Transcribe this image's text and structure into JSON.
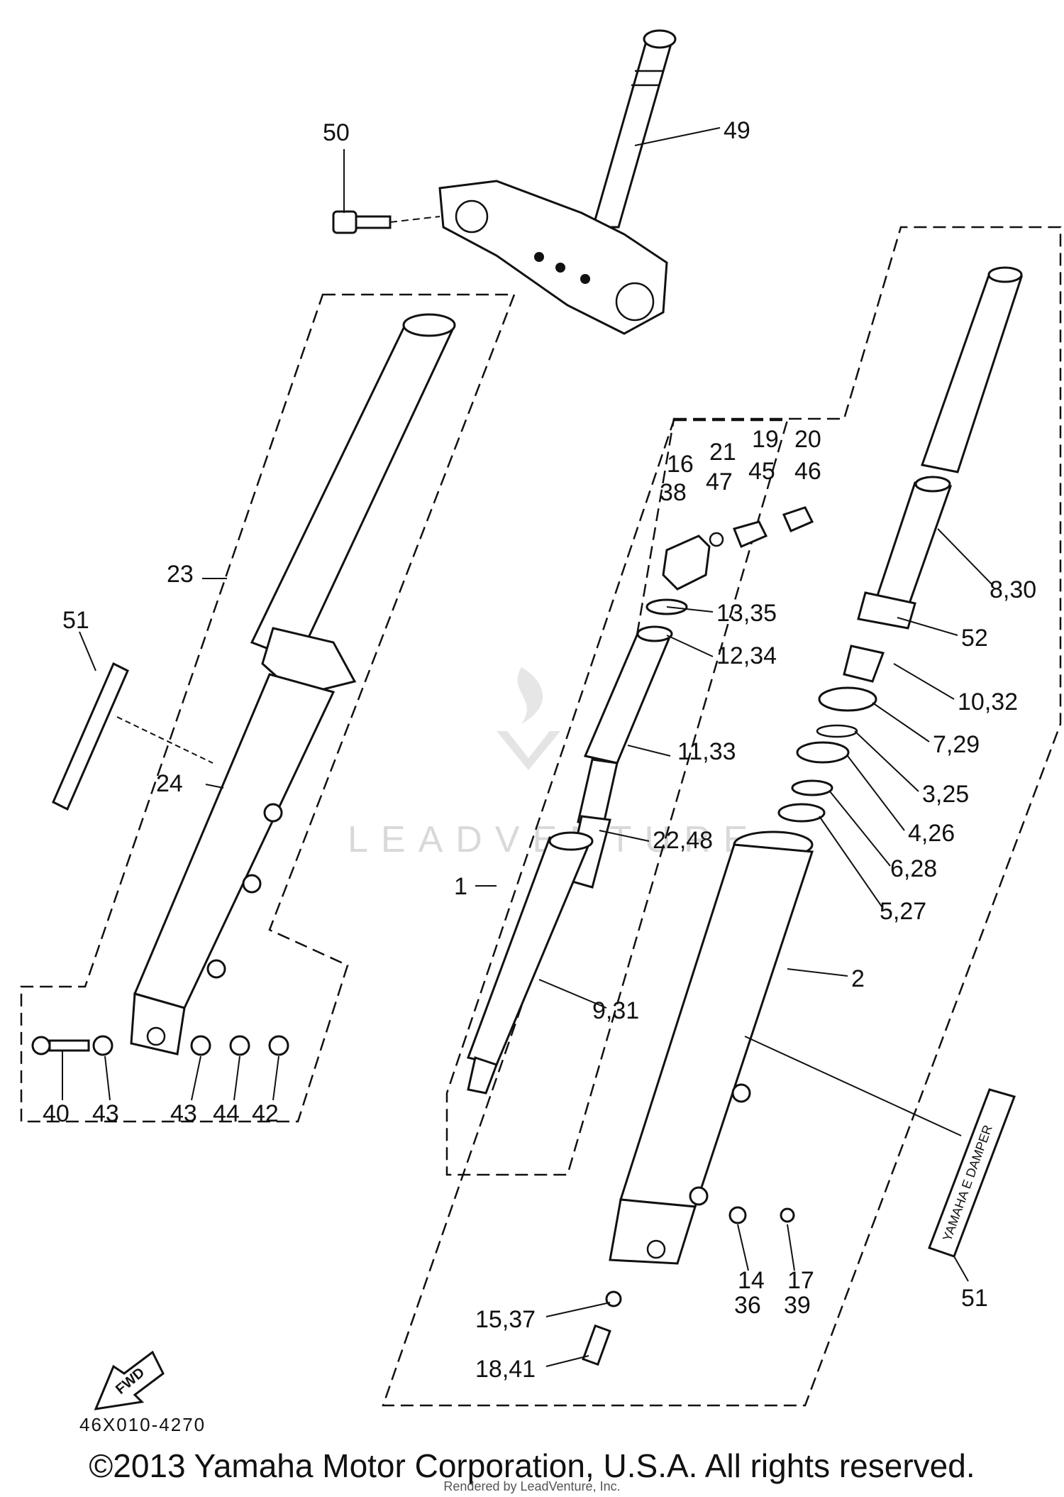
{
  "diagram_code": "46X010-4270",
  "copyright": "©2013 Yamaha Motor Corporation, U.S.A. All rights reserved.",
  "rendered_by": "Rendered by LeadVenture, Inc.",
  "watermark": "LEADVENTURE",
  "fwd_label": "FWD",
  "decal_text": "YAMAHA E DAMPER",
  "callouts": {
    "c50": "50",
    "c49": "49",
    "c23": "23",
    "c24": "24",
    "c51_left": "51",
    "c51_right": "51",
    "c40": "40",
    "c43_a": "43",
    "c43_b": "43",
    "c44": "44",
    "c42": "42",
    "c16": "16",
    "c38": "38",
    "c21": "21",
    "c47": "47",
    "c19": "19",
    "c45": "45",
    "c20": "20",
    "c46": "46",
    "c13_35": "13,35",
    "c12_34": "12,34",
    "c11_33": "11,33",
    "c22_48": "22,48",
    "c1": "1",
    "c9_31": "9,31",
    "c8_30": "8,30",
    "c52": "52",
    "c10_32": "10,32",
    "c7_29": "7,29",
    "c3_25": "3,25",
    "c4_26": "4,26",
    "c6_28": "6,28",
    "c5_27": "5,27",
    "c2": "2",
    "c14": "14",
    "c36": "36",
    "c17": "17",
    "c39": "39",
    "c15_37": "15,37",
    "c18_41": "18,41"
  }
}
